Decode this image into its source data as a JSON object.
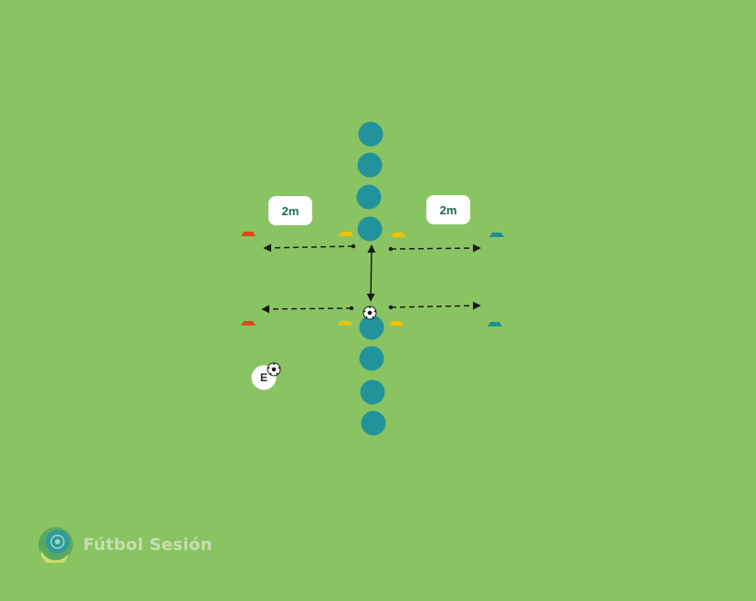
{
  "labels": {
    "left_distance": "2m",
    "right_distance": "2m"
  },
  "coach": {
    "letter": "E"
  },
  "brand": {
    "name": "Fútbol Sesión",
    "icon": "futbol-sesion-logo-icon"
  },
  "colors": {
    "field": "#8ac462",
    "player": "#23939b",
    "cone_left": "#d94a1a",
    "cone_center": "#f2c100",
    "cone_right": "#1d8e96",
    "arrow": "#1a1a1a",
    "label_text": "#17704a"
  }
}
